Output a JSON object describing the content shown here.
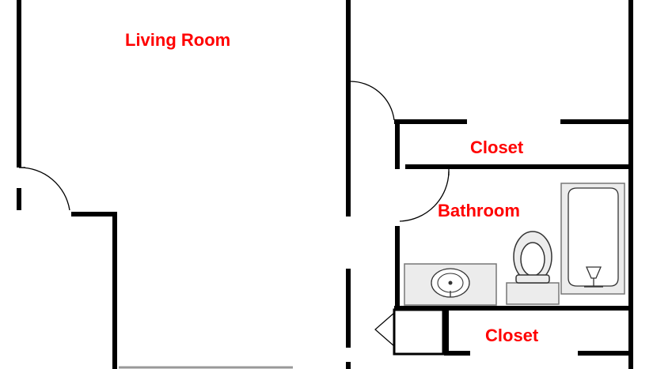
{
  "labels": {
    "living_room": "Living Room",
    "closet_upper": "Closet",
    "bathroom": "Bathroom",
    "closet_lower": "Closet"
  },
  "colors": {
    "label": "#ff0000",
    "wall": "#000000",
    "fixture_fill": "#ececec",
    "fixture_stroke": "#777777",
    "background": "#ffffff"
  },
  "icons": [
    "door-swing-icon",
    "bathtub-icon",
    "toilet-icon",
    "sink-icon",
    "faucet-icon",
    "bifold-door-icon"
  ]
}
